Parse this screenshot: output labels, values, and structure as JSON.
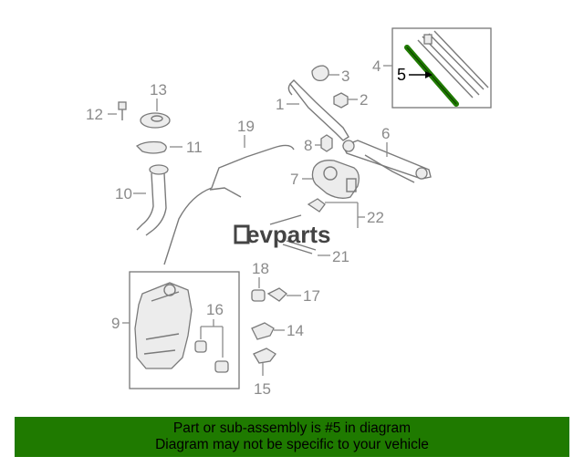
{
  "callouts": {
    "n1": "1",
    "n2": "2",
    "n3": "3",
    "n4": "4",
    "n5": "5",
    "n6": "6",
    "n7": "7",
    "n8": "8",
    "n9": "9",
    "n10": "10",
    "n11": "11",
    "n12": "12",
    "n13": "13",
    "n14": "14",
    "n15": "15",
    "n16": "16",
    "n17": "17",
    "n18": "18",
    "n19": "19",
    "n21": "21",
    "n22": "22"
  },
  "highlight_part": "5",
  "watermark": "evparts",
  "banner": {
    "line1": "Part or sub-assembly is #5 in diagram",
    "line2": "Diagram may not be specific to your vehicle"
  },
  "colors": {
    "banner_bg": "#1f7a00",
    "highlight": "#1f7a00",
    "line_art": "#7a7a7a"
  }
}
